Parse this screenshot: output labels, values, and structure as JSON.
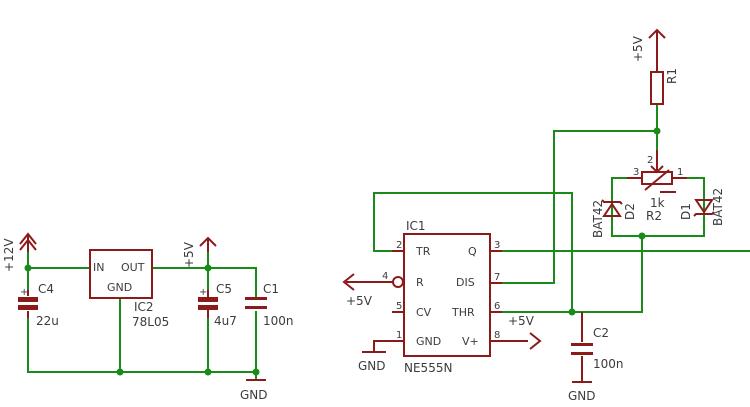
{
  "regulator": {
    "supply_in": "+12V",
    "supply_out": "+5V",
    "ic": {
      "name": "IC2",
      "value": "78L05",
      "pin_in": "IN",
      "pin_out": "OUT",
      "pin_gnd": "GND"
    },
    "c4": {
      "name": "C4",
      "value": "22u"
    },
    "c5": {
      "name": "C5",
      "value": "4u7"
    },
    "c1": {
      "name": "C1",
      "value": "100n"
    },
    "ground": "GND"
  },
  "timer": {
    "ic": {
      "name": "IC1",
      "value": "NE555N"
    },
    "pins": {
      "tr": {
        "label": "TR",
        "num": "2"
      },
      "r": {
        "label": "R",
        "num": "4"
      },
      "cv": {
        "label": "CV",
        "num": "5"
      },
      "gnd": {
        "label": "GND",
        "num": "1"
      },
      "q": {
        "label": "Q",
        "num": "3"
      },
      "dis": {
        "label": "DIS",
        "num": "7"
      },
      "thr": {
        "label": "THR",
        "num": "6"
      },
      "vplus": {
        "label": "V+",
        "num": "8"
      }
    },
    "reset_supply": "+5V",
    "vplus_supply": "+5V",
    "ground": "GND",
    "c2": {
      "name": "C2",
      "value": "100n"
    },
    "c2_ground": "GND"
  },
  "timing": {
    "supply": "+5V",
    "r1": {
      "name": "R1"
    },
    "r2": {
      "name": "R2",
      "value": "1k",
      "pin3": "3",
      "pin2": "2",
      "pin1": "1"
    },
    "d2": {
      "name": "D2",
      "value": "BAT42"
    },
    "d1": {
      "name": "D1",
      "value": "BAT42"
    }
  },
  "colors": {
    "wire": "#1a8a1a",
    "part": "#8b1a1a",
    "text": "#3c3c3c"
  }
}
